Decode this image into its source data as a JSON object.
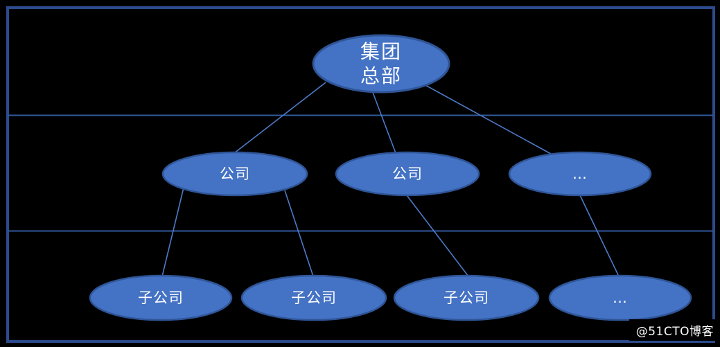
{
  "diagram": {
    "type": "org-hierarchy",
    "nodes": {
      "root": {
        "id": "group-hq",
        "label_line1": "集团",
        "label_line2": "总部"
      },
      "level2": [
        {
          "id": "company-1",
          "label": "公司"
        },
        {
          "id": "company-2",
          "label": "公司"
        },
        {
          "id": "company-more",
          "label": "…"
        }
      ],
      "level3": [
        {
          "id": "subsidiary-1",
          "label": "子公司"
        },
        {
          "id": "subsidiary-2",
          "label": "子公司"
        },
        {
          "id": "subsidiary-3",
          "label": "子公司"
        },
        {
          "id": "subsidiary-more",
          "label": "…"
        }
      ]
    },
    "edges": [
      [
        "group-hq",
        "company-1"
      ],
      [
        "group-hq",
        "company-2"
      ],
      [
        "group-hq",
        "company-more"
      ],
      [
        "company-1",
        "subsidiary-1"
      ],
      [
        "company-1",
        "subsidiary-2"
      ],
      [
        "company-2",
        "subsidiary-3"
      ],
      [
        "company-more",
        "subsidiary-more"
      ]
    ]
  },
  "colors": {
    "background": "#000000",
    "node_fill": "#4472C4",
    "node_stroke": "#2F5597",
    "node_text": "#FFFFFF",
    "connector": "#4C7BC8",
    "divider": "#315A9E",
    "frame_border": "#2B4B8C"
  },
  "watermark": {
    "text": "@51CTO博客"
  }
}
